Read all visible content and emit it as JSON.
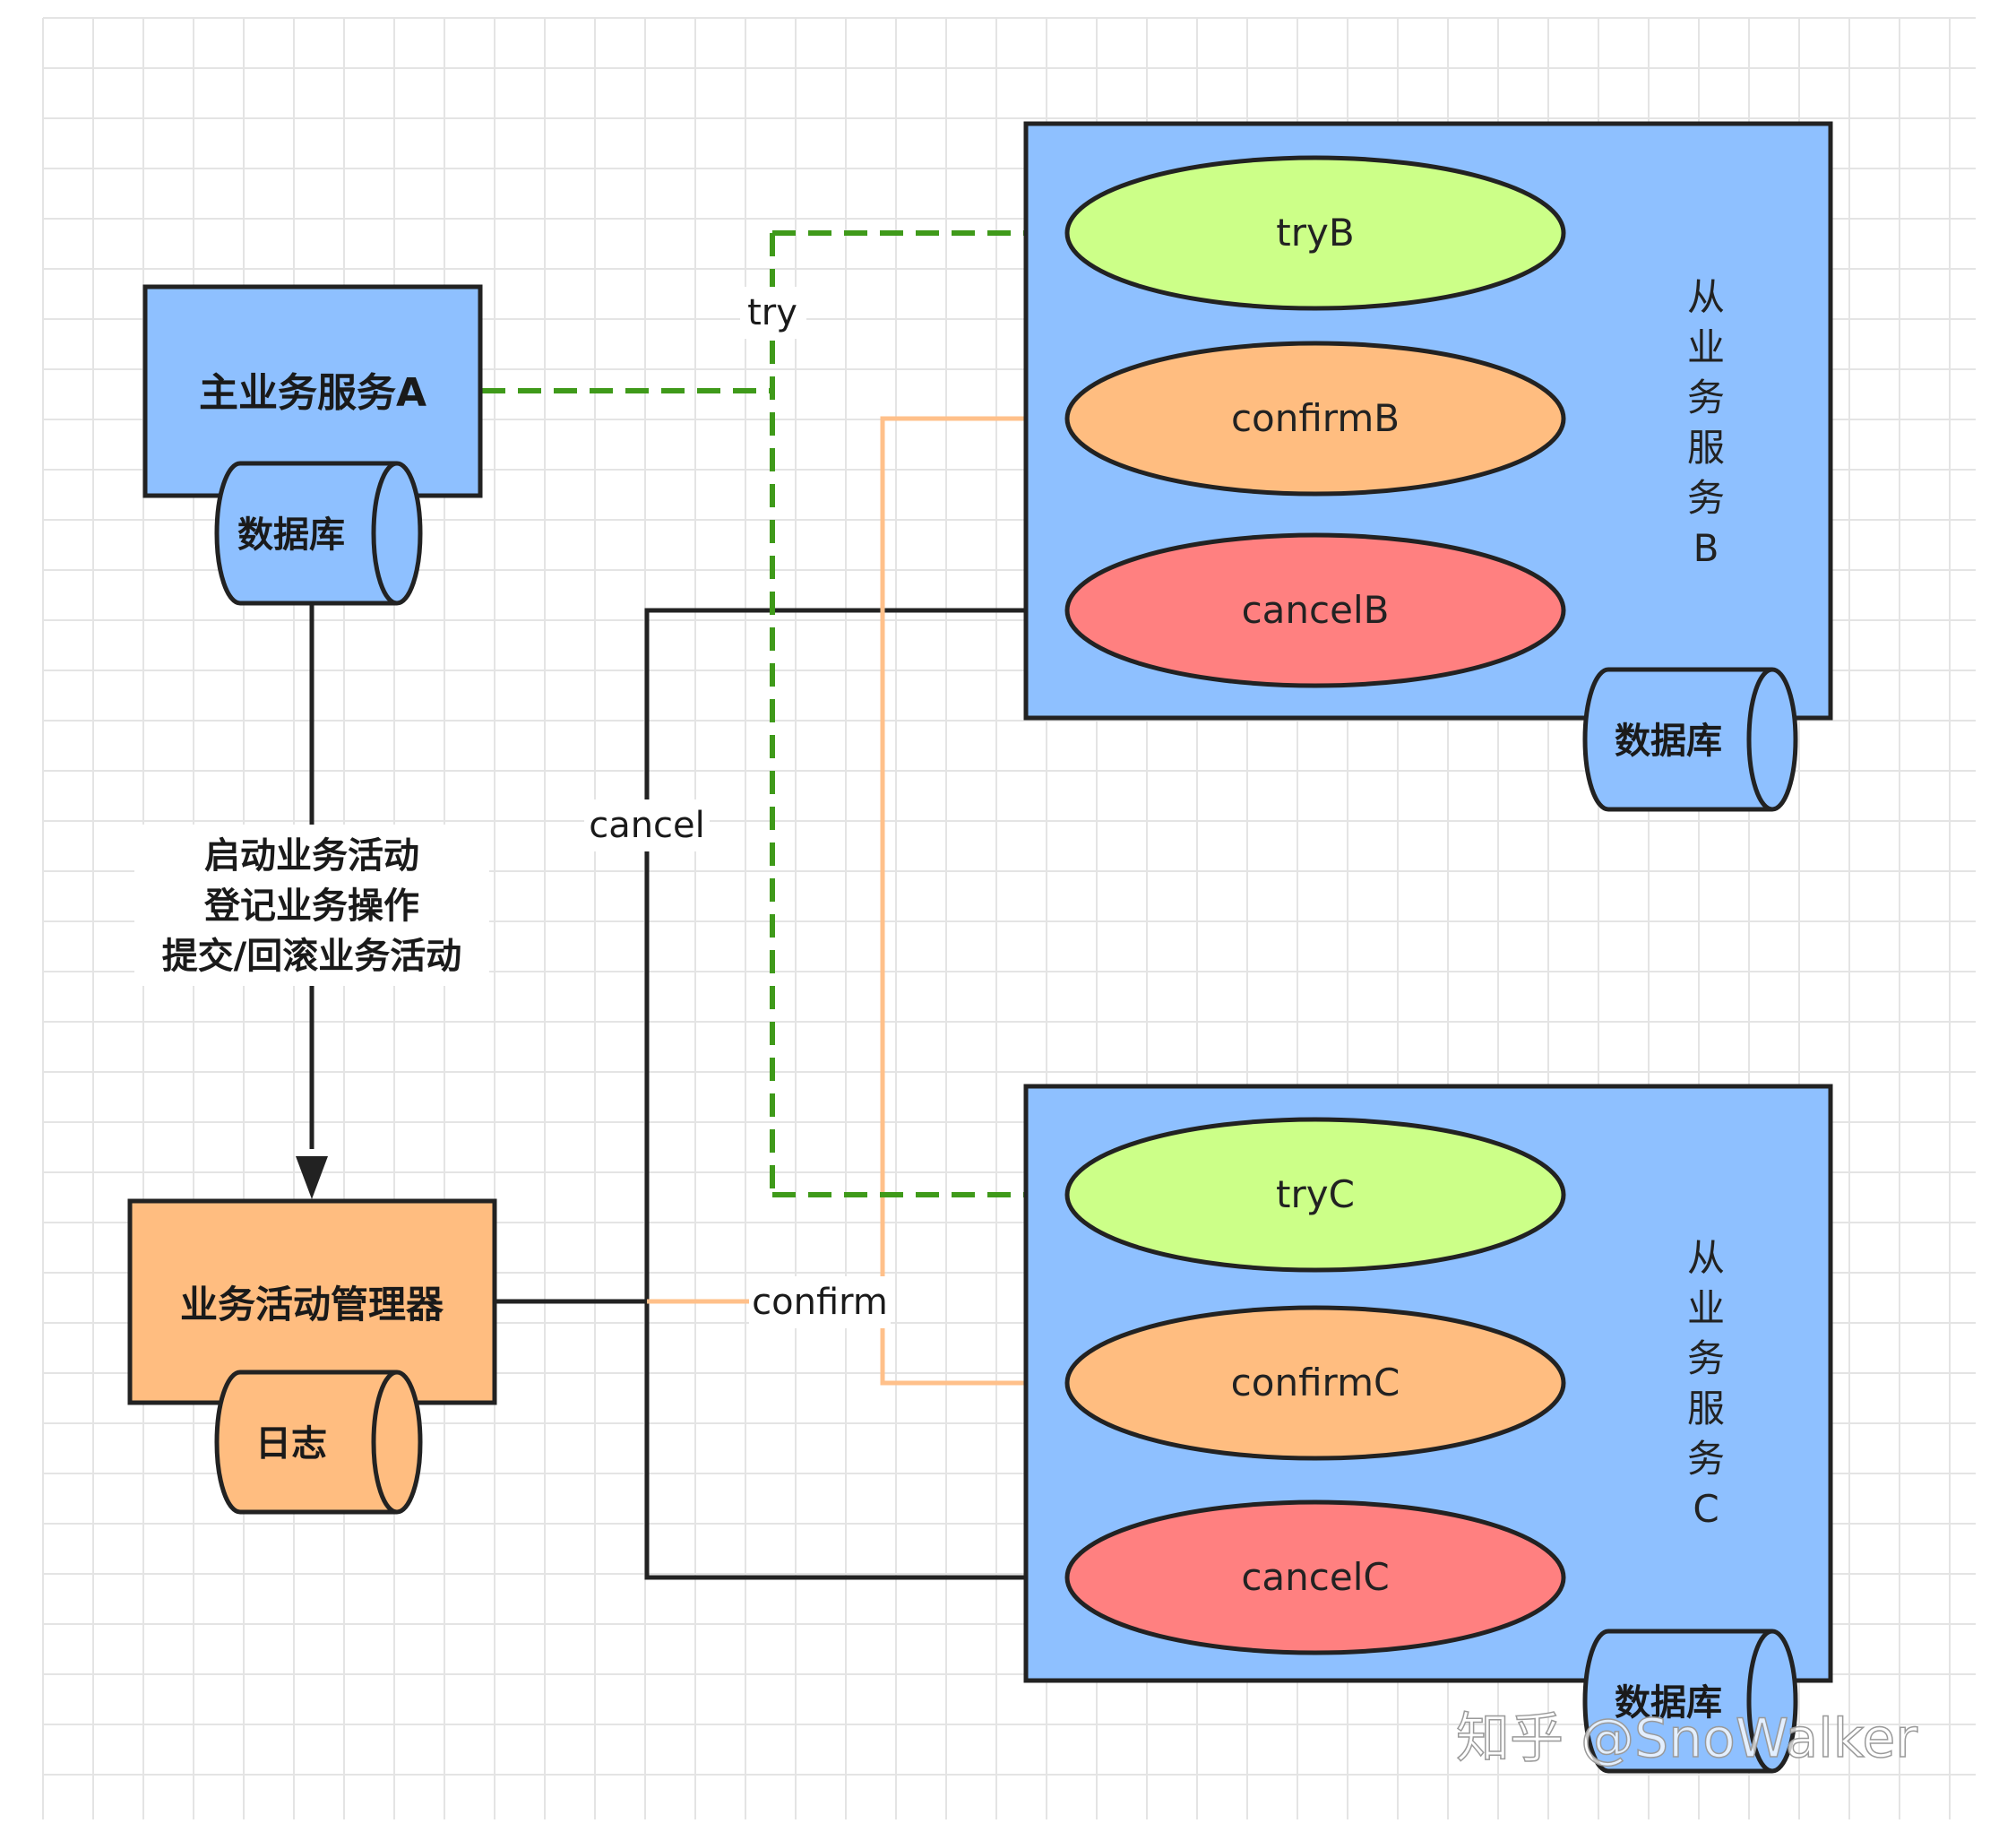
{
  "colors": {
    "grid": "#e4e4e4",
    "box_blue": "#8ec0ff",
    "box_orange": "#ffbd80",
    "ellipse_try": "#ccff88",
    "ellipse_confirm": "#ffbd80",
    "ellipse_cancel": "#ff8080",
    "try_line": "#3f9a1a",
    "confirm_line": "#ffc08a",
    "cancel_line": "#222222",
    "stroke": "#222222"
  },
  "main_service": {
    "title": "主业务服务A",
    "db_label": "数据库"
  },
  "manager": {
    "title": "业务活动管理器",
    "log_label": "日志"
  },
  "flow_label": {
    "line1": "启动业务活动",
    "line2": "登记业务操作",
    "line3": "提交/回滚业务活动"
  },
  "edge_labels": {
    "try": "try",
    "cancel": "cancel",
    "confirm": "confirm"
  },
  "service_b": {
    "side_label": [
      "从",
      "业",
      "务",
      "服",
      "务",
      "B"
    ],
    "try": "tryB",
    "confirm": "confirmB",
    "cancel": "cancelB",
    "db_label": "数据库"
  },
  "service_c": {
    "side_label": [
      "从",
      "业",
      "务",
      "服",
      "务",
      "C"
    ],
    "try": "tryC",
    "confirm": "confirmC",
    "cancel": "cancelC",
    "db_label": "数据库"
  },
  "watermark": "知乎 @SnoWalker"
}
